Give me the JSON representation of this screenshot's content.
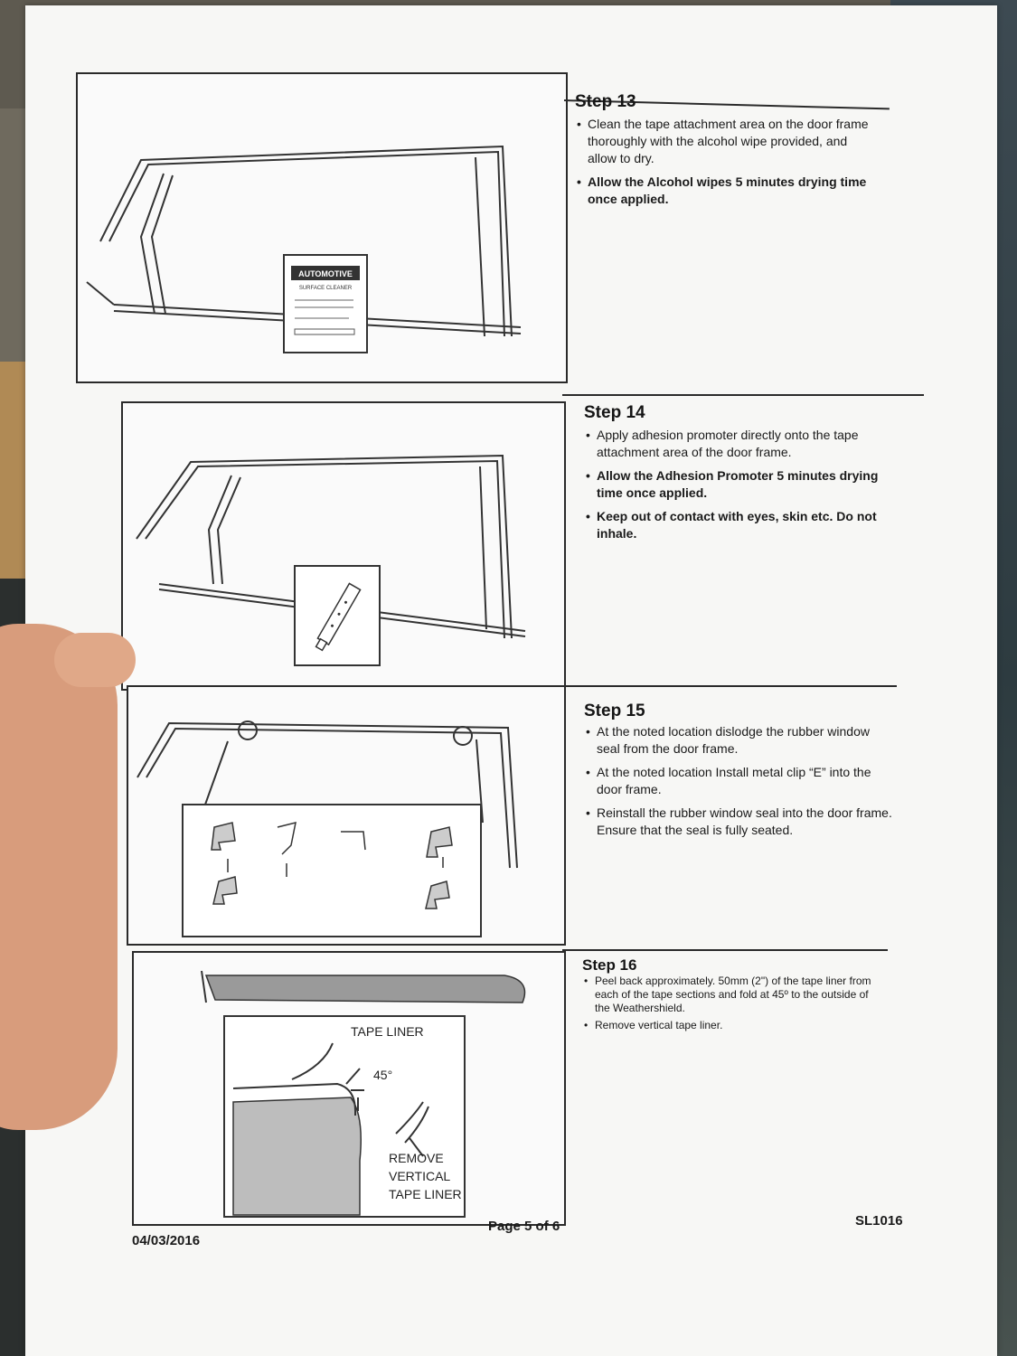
{
  "steps": [
    {
      "title": "Step 13",
      "bullets": [
        "Clean the tape attachment area on the door frame thoroughly with the alcohol wipe provided, and allow to dry.",
        "Allow the Alcohol wipes 5 minutes drying time once applied."
      ]
    },
    {
      "title": "Step 14",
      "bullets": [
        "Apply adhesion promoter directly onto the tape attachment area of the door frame.",
        "Allow the Adhesion Promoter 5 minutes drying time once applied.",
        "Keep out of contact with eyes, skin etc. Do not inhale."
      ]
    },
    {
      "title": "Step 15",
      "bullets": [
        "At the noted location dislodge the rubber window seal from the door frame.",
        "At the noted location Install metal clip “E” into the door frame.",
        "Reinstall the rubber window seal into the door frame. Ensure that the seal is fully seated."
      ]
    },
    {
      "title": "Step 16",
      "bullets": [
        "Peel back approximately. 50mm (2\") of the tape liner from each of the tape sections and fold at 45º to the outside of the Weathershield.",
        "Remove vertical tape liner."
      ]
    }
  ],
  "wipe_label": {
    "brand": "AUTOMOTIVE",
    "product": "SURFACE CLEANER"
  },
  "diagram_labels": {
    "tape_liner": "TAPE LINER",
    "angle": "45°",
    "remove_line1": "REMOVE",
    "remove_line2": "VERTICAL",
    "remove_line3": "TAPE LINER"
  },
  "footer": {
    "date": "04/03/2016",
    "page": "Page 5 of 6",
    "code": "SL1016"
  }
}
